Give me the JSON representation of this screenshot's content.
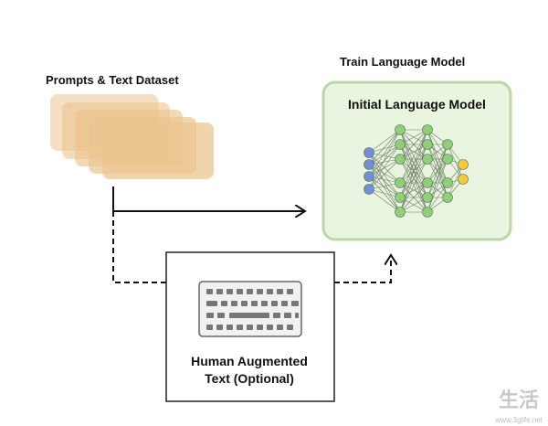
{
  "labels": {
    "dataset_title": "Prompts & Text Dataset",
    "train_title": "Train Language Model",
    "model_title": "Initial Language Model",
    "human_line1": "Human Augmented",
    "human_line2": "Text (Optional)"
  },
  "watermark": {
    "brand": "生活",
    "url": "www.3glife.net"
  },
  "colors": {
    "dataset": "#ebc58f",
    "model_bg": "#e9f5e0",
    "model_border": "#b9d8a7",
    "input_nodes": "#6f8fd6",
    "hidden_nodes": "#8fcf7a",
    "output_nodes": "#f3cb3a"
  }
}
